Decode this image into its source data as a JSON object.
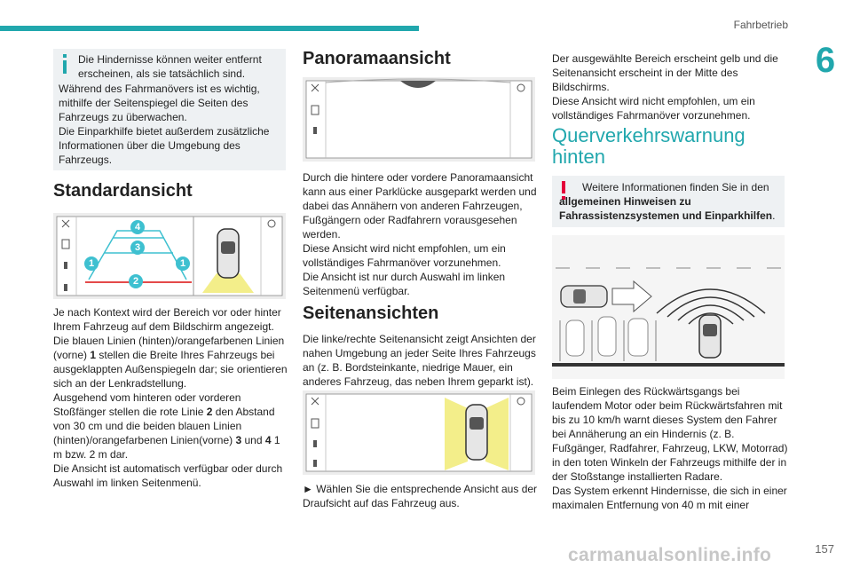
{
  "header": {
    "chapter_title": "Fahrbetrieb",
    "chapter_number": "6"
  },
  "page_number": "157",
  "watermark": "carmanualsonline.info",
  "col1": {
    "info_text": "Die Hindernisse können weiter entfernt erscheinen, als sie tatsächlich sind.",
    "para_after_info": "Während des Fahrmanövers ist es wichtig, mithilfe der Seitenspiegel die Seiten des Fahrzeugs zu überwachen.\nDie Einparkhilfe bietet außerdem zusätzliche Informationen über die Umgebung des Fahrzeugs.",
    "heading": "Standardansicht",
    "fig_labels": [
      "1",
      "2",
      "3",
      "4",
      "1"
    ],
    "text_a": "Je nach Kontext wird der Bereich vor oder hinter Ihrem Fahrzeug auf dem Bildschirm angezeigt.\nDie blauen Linien (hinten)/orangefarbenen Linien (vorne) ",
    "bold_1": "1",
    "text_b": " stellen die Breite Ihres Fahrzeugs bei ausgeklappten Außenspiegeln dar; sie orientieren sich an der Lenkradstellung.\nAusgehend vom hinteren oder vorderen Stoßfänger stellen die rote Linie ",
    "bold_2": "2",
    "text_c": " den Abstand von 30 cm und die beiden blauen Linien (hinten)/orangefarbenen Linien(vorne) ",
    "bold_3": "3",
    "text_d": " und ",
    "bold_4": "4",
    "text_e": " 1 m bzw. 2 m dar.\nDie Ansicht ist automatisch verfügbar oder durch Auswahl im linken Seitenmenü."
  },
  "col2": {
    "heading1": "Panoramaansicht",
    "para1": "Durch die hintere oder vordere Panoramaansicht kann aus einer Parklücke ausgeparkt werden und dabei das Annähern von anderen Fahrzeugen, Fußgängern oder Radfahrern vorausgesehen werden.\nDiese Ansicht wird nicht empfohlen, um ein vollständiges Fahrmanöver vorzunehmen.\nDie Ansicht ist nur durch Auswahl im linken Seitenmenü verfügbar.",
    "heading2": "Seitenansichten",
    "para2": "Die linke/rechte Seitenansicht zeigt Ansichten der nahen Umgebung an jeder Seite Ihres Fahrzeugs an (z. B. Bordsteinkante, niedrige Mauer, ein anderes Fahrzeug, das neben Ihrem geparkt ist).",
    "bullet": "►  Wählen Sie die entsprechende Ansicht aus der Draufsicht auf das Fahrzeug aus."
  },
  "col3": {
    "para1": "Der ausgewählte Bereich erscheint gelb und die Seitenansicht erscheint in der Mitte des Bildschirms.\nDiese Ansicht wird nicht empfohlen, um ein vollständiges Fahrmanöver vorzunehmen.",
    "heading": "Querverkehrswarnung hinten",
    "warn_text_a": "Weitere Informationen finden Sie in den ",
    "warn_text_bold": "allgemeinen Hinweisen zu Fahrassistenzsystemen und Einparkhilfen",
    "warn_text_c": ".",
    "para2": "Beim Einlegen des Rückwärtsgangs bei laufendem Motor oder beim Rückwärtsfahren mit bis zu 10 km/h warnt dieses System den Fahrer bei Annäherung an ein Hindernis (z. B. Fußgänger, Radfahrer, Fahrzeug, LKW, Motorrad) in den toten Winkeln der Fahrzeugs mithilfe der in der Stoßstange installierten Radare.\nDas System erkennt Hindernisse, die sich in einer maximalen Entfernung von 40 m mit einer"
  },
  "colors": {
    "accent": "#21a7ad",
    "warning": "#e4003a",
    "highlight": "#f3ee8a",
    "line_blue": "#3ec0d0",
    "line_red": "#e03030"
  },
  "icons": [
    "info-icon",
    "warning-icon",
    "close-icon",
    "settings-icon",
    "camera-icon",
    "sensor-icon",
    "car-icon",
    "arrow-icon"
  ]
}
